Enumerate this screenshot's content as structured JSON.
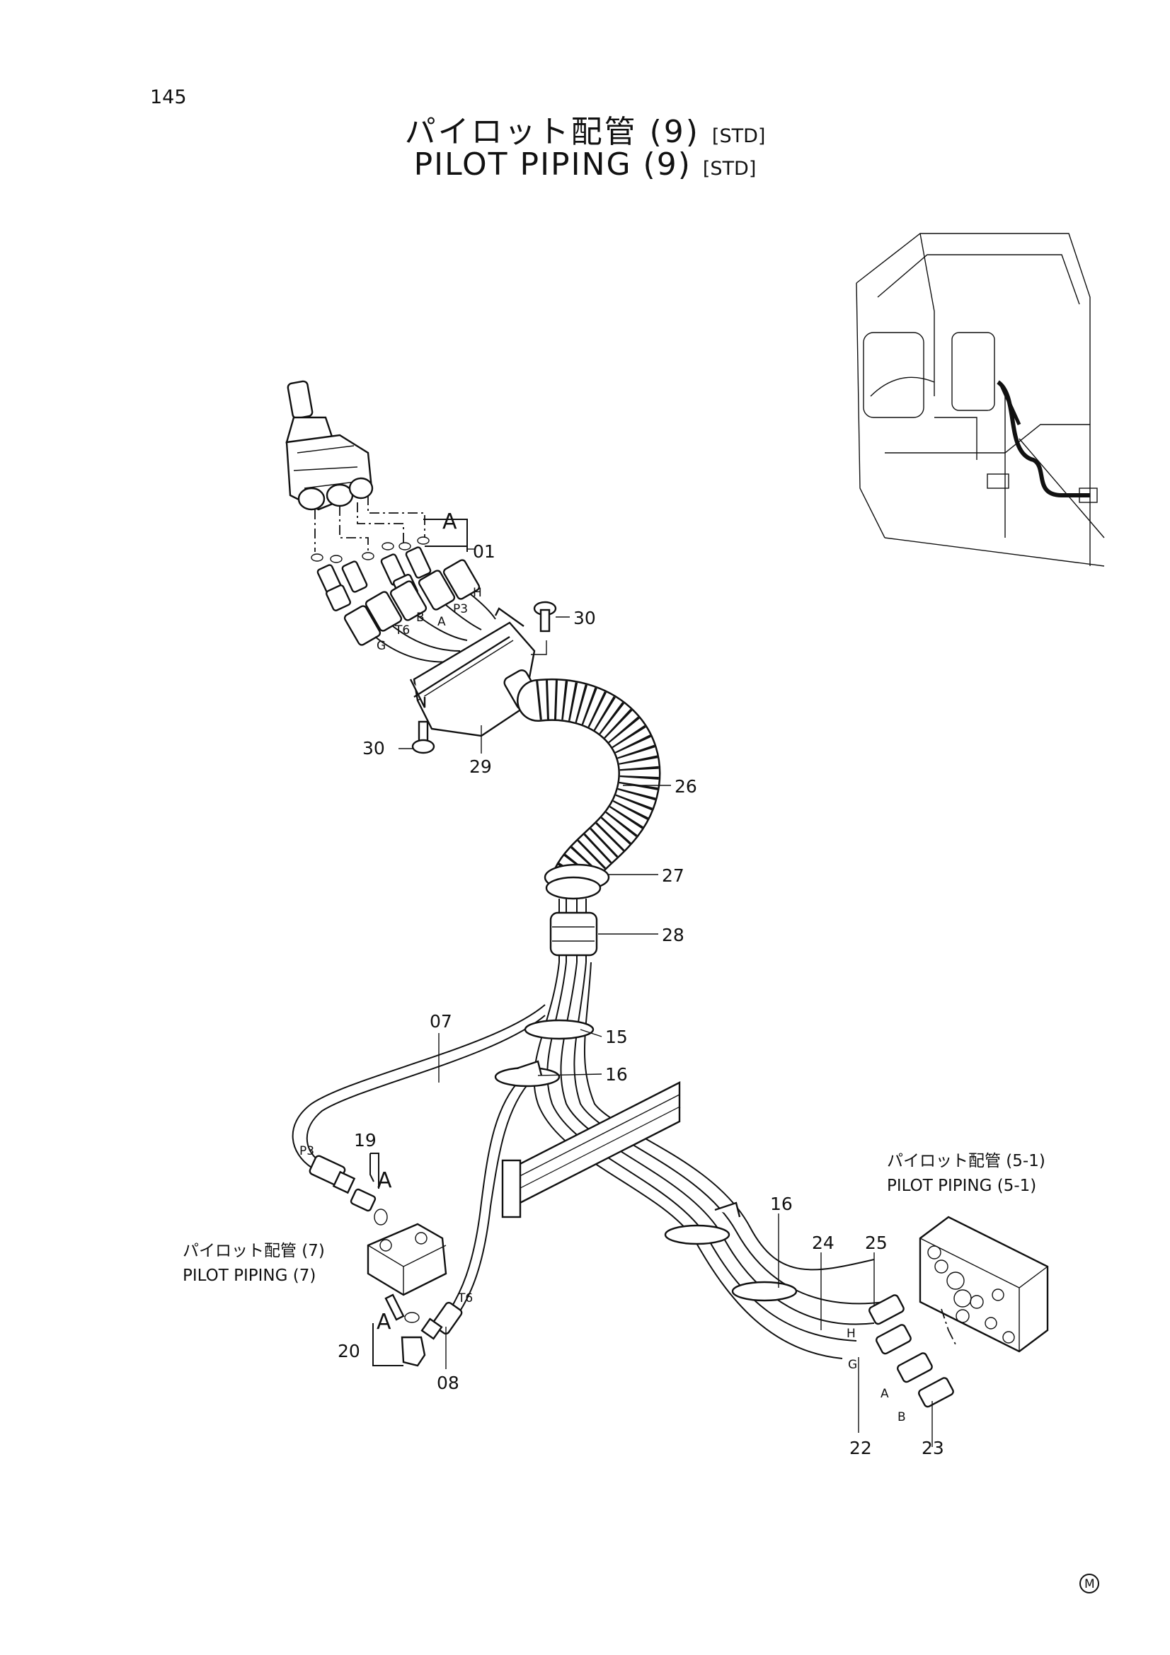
{
  "page_number": "145",
  "title": {
    "japanese": "パイロット配管 (9)",
    "english": "PILOT  PIPING  (9)",
    "tag": "[STD]"
  },
  "callouts": {
    "c01": "01",
    "c07": "07",
    "c08": "08",
    "c15": "15",
    "c16a": "16",
    "c16b": "16",
    "c19": "19",
    "c20": "20",
    "c22": "22",
    "c23": "23",
    "c24": "24",
    "c25": "25",
    "c26": "26",
    "c27": "27",
    "c28": "28",
    "c29": "29",
    "c30a": "30",
    "c30b": "30"
  },
  "detail_markers": {
    "a1": "A",
    "a2": "A",
    "a3": "A"
  },
  "port_labels": {
    "h_top": "H",
    "p3_top": "P3",
    "a_top": "A",
    "b_top": "B",
    "t6_top": "T6",
    "g_top": "G",
    "p3_left": "P3",
    "t6_left": "T6",
    "h_right": "H",
    "g_right": "G",
    "a_right": "A",
    "b_right": "B"
  },
  "cross_refs": {
    "right": {
      "ja": "パイロット配管 (5-1)",
      "en": "PILOT  PIPING (5-1)"
    },
    "left": {
      "ja": "パイロット配管 (7)",
      "en": "PILOT  PIPING (7)"
    }
  },
  "footer_mark": "M"
}
